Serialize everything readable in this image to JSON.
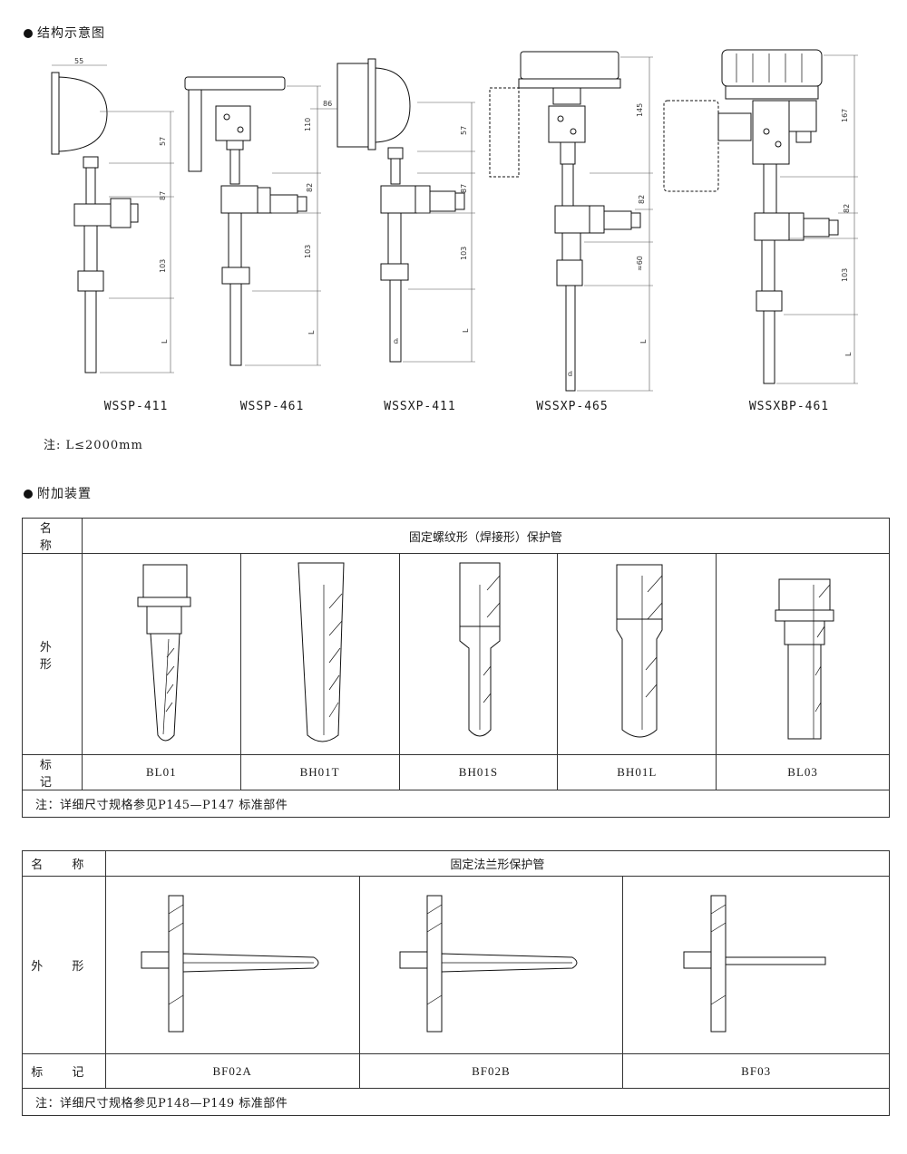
{
  "section1": {
    "title": "结构示意图"
  },
  "diagram_dims": {
    "d55": "55",
    "d57": "57",
    "d87": "87",
    "d103": "103",
    "dL": "L",
    "d110": "110",
    "d82": "82",
    "d86": "86",
    "d145": "145",
    "d60": "≈60",
    "d167": "167",
    "dd": "d"
  },
  "models": [
    "WSSP-411",
    "WSSP-461",
    "WSSXP-411",
    "WSSXP-465",
    "WSSXBP-461"
  ],
  "note1": "注: L≤2000mm",
  "section2": {
    "title": "附加装置"
  },
  "table1": {
    "name_label": "名  称",
    "name_value": "固定螺纹形（焊接形）保护管",
    "shape_label": "外  形",
    "mark_label": "标  记",
    "codes": [
      "BL01",
      "BH01T",
      "BH01S",
      "BH01L",
      "BL03"
    ],
    "note": "注：详细尺寸规格参见P145—P147 标准部件"
  },
  "table2": {
    "name_label": "名  称",
    "name_value": "固定法兰形保护管",
    "shape_label": "外  形",
    "mark_label": "标  记",
    "codes": [
      "BF02A",
      "BF02B",
      "BF03"
    ],
    "note": "注：详细尺寸规格参见P148—P149 标准部件"
  }
}
